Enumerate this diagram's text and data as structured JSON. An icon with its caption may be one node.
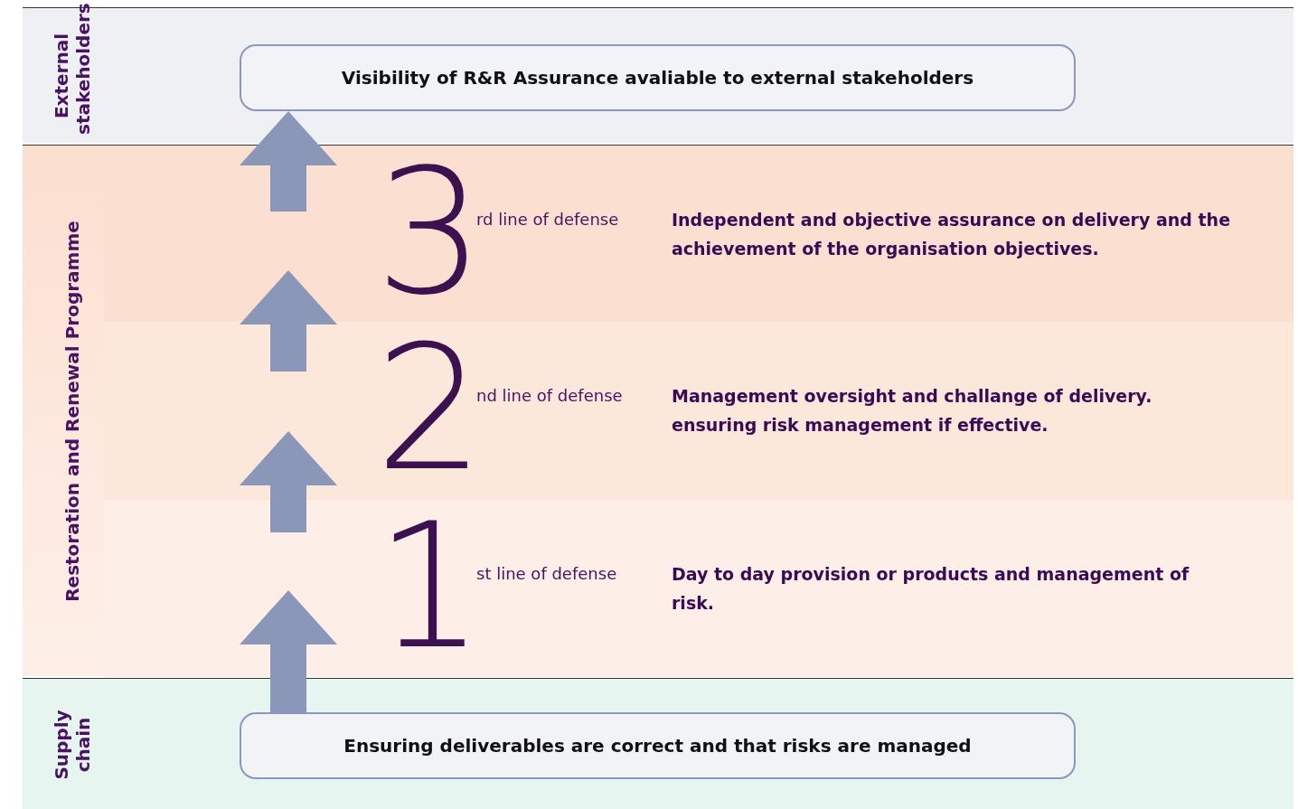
{
  "diagram": {
    "nodes": [
      {
        "text": [
          "External stakeholders"
        ]
      },
      {
        "text": [
          "Visibility of R&R Assurance avaliable to external stakeholders"
        ],
        "in": 0
      },
      {
        "text": [
          "Restoration and Renewal Programme"
        ]
      },
      {
        "text": [
          "3",
          "rd line of defense",
          "Independent and objective assurance on delivery and the achievement of the organisation objectives."
        ],
        "in": 2
      },
      {
        "text": [
          "2",
          "nd line of defense",
          "Management oversight and challange of delivery. ensuring risk management if effective."
        ],
        "in": 2
      },
      {
        "text": [
          "1",
          "st line of defense",
          "Day to day provision or products and management of risk."
        ],
        "in": 2
      },
      {
        "text": [
          "Supply chain"
        ]
      },
      {
        "text": [
          "Ensuring deliverables are correct and that risks are managed"
        ],
        "in": 6
      }
    ],
    "edges": [
      {
        "from": 7,
        "to": 5,
        "arrow": "to"
      },
      {
        "from": 5,
        "to": 4,
        "arrow": "to"
      },
      {
        "from": 4,
        "to": 3,
        "arrow": "to"
      },
      {
        "from": 3,
        "to": 1,
        "arrow": "to"
      }
    ]
  }
}
